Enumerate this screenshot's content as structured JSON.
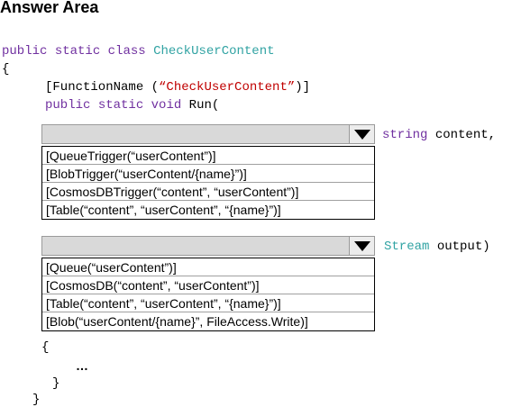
{
  "header": {
    "title": "Answer Area"
  },
  "code": {
    "kw_public": "public",
    "kw_static": "static",
    "kw_class": "class",
    "class_name": "CheckUserContent",
    "brace_open": "{",
    "attr_open": "[FunctionName (",
    "attr_string": "“CheckUserContent”",
    "attr_close": ")]",
    "kw_void": "void",
    "method": "Run(",
    "param1_type": "string",
    "param1_name": " content,",
    "param2_type": "Stream",
    "param2_name": " output)",
    "inner_open": "{",
    "ellipsis": "…",
    "inner_close": "}",
    "brace_close": "}"
  },
  "dropdown1": {
    "selected": "",
    "options": [
      "[QueueTrigger(“userContent”)]",
      "[BlobTrigger(“userContent/{name}”)]",
      "[CosmosDBTrigger(“content”, “userContent”)]",
      "[Table(“content”, “userContent”, “{name}”)]"
    ]
  },
  "dropdown2": {
    "selected": "",
    "options": [
      "[Queue(“userContent”)]",
      "[CosmosDB(“content”, “userContent”)]",
      "[Table(“content”, “userContent”, “{name}”)]",
      "[Blob(“userContent/{name}”, FileAccess.Write)]"
    ]
  },
  "colors": {
    "keyword": "#7030a0",
    "type": "#31a3a3",
    "string": "#c00000",
    "dropdown_bg": "#d9d9d9"
  }
}
